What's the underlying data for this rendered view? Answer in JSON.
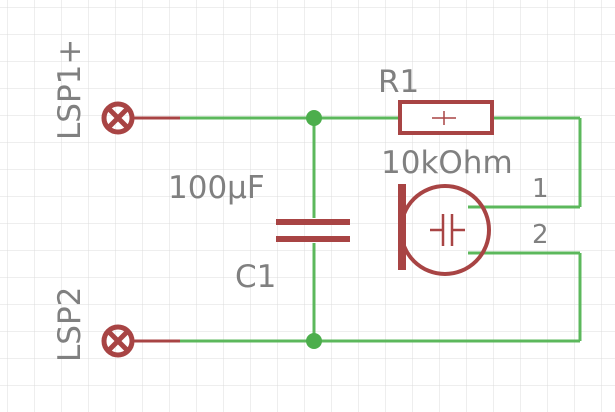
{
  "colors": {
    "background": "#ffffff",
    "grid": "#dcdcdc",
    "wire": "#5cb85c",
    "junction": "#4cae4c",
    "component": "#a84444",
    "label": "#808080"
  },
  "labels": {
    "lsp1": "LSP1+",
    "lsp2": "LSP2",
    "r1_name": "R1",
    "r1_value": "10kOhm",
    "c1_name": "C1",
    "c1_value": "100µF",
    "pin1": "1",
    "pin2": "2"
  },
  "components": [
    {
      "ref": "R1",
      "type": "resistor-icon"
    },
    {
      "ref": "C1",
      "type": "capacitor-icon"
    },
    {
      "ref": "LSP1+",
      "type": "terminal-icon"
    },
    {
      "ref": "LSP2",
      "type": "terminal-icon"
    },
    {
      "ref": "microphone",
      "type": "electret-microphone-icon"
    }
  ]
}
